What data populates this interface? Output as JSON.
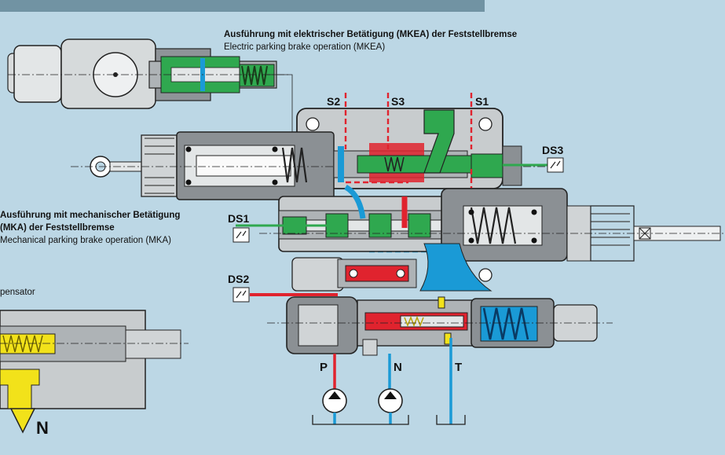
{
  "header_bar": {
    "color": "#7193a3"
  },
  "captions": {
    "mkea_de": "Ausführung mit elektrischer Betätigung (MKEA) der Feststellbremse",
    "mkea_en": "Electric parking brake operation (MKEA)",
    "mka_de_1": "Ausführung mit mechanischer Betätigung",
    "mka_de_2": "(MKA) der Feststellbremse",
    "mka_en": "Mechanical parking brake operation (MKA)",
    "compensator": "pensator"
  },
  "labels": {
    "s1": "S1",
    "s2": "S2",
    "s3": "S3",
    "ds1": "DS1",
    "ds2": "DS2",
    "ds3": "DS3",
    "p": "P",
    "n": "N",
    "t": "T",
    "n_big": "N"
  },
  "colors": {
    "background": "#bcd7e5",
    "body": "#c8ccce",
    "body_dark": "#8b9094",
    "green": "#2fa84f",
    "red": "#e0232e",
    "blue": "#1a9ad6",
    "yellow": "#f2e21a",
    "line": "#222222"
  }
}
